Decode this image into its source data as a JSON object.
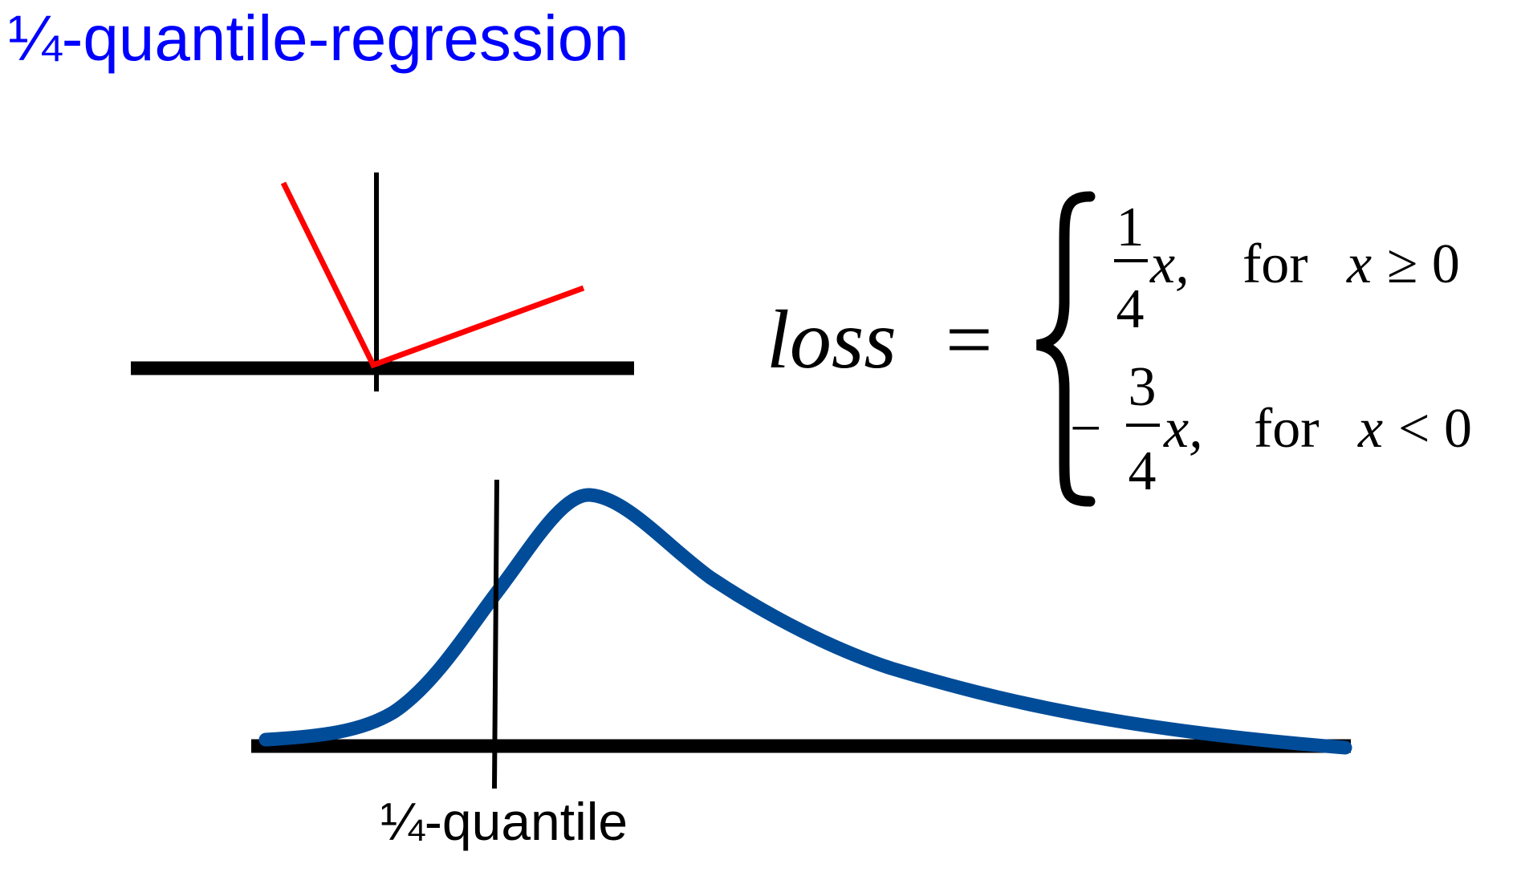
{
  "title": "¼-quantile-regression",
  "colors": {
    "title": "#0000ff",
    "loss_curve": "#ff0000",
    "distribution_curve": "#004c99",
    "axes": "#000000"
  },
  "loss_formula": {
    "lhs": "loss",
    "equals": "=",
    "cases": [
      {
        "sign": "",
        "numerator": "1",
        "denominator": "4",
        "variable": "x,",
        "word": "for",
        "condition_var": "x",
        "condition": "≥ 0"
      },
      {
        "sign": "−",
        "numerator": "3",
        "denominator": "4",
        "variable": "x,",
        "word": "for",
        "condition_var": "x",
        "condition": "< 0"
      }
    ]
  },
  "distribution": {
    "marker_label": "¼-quantile"
  }
}
